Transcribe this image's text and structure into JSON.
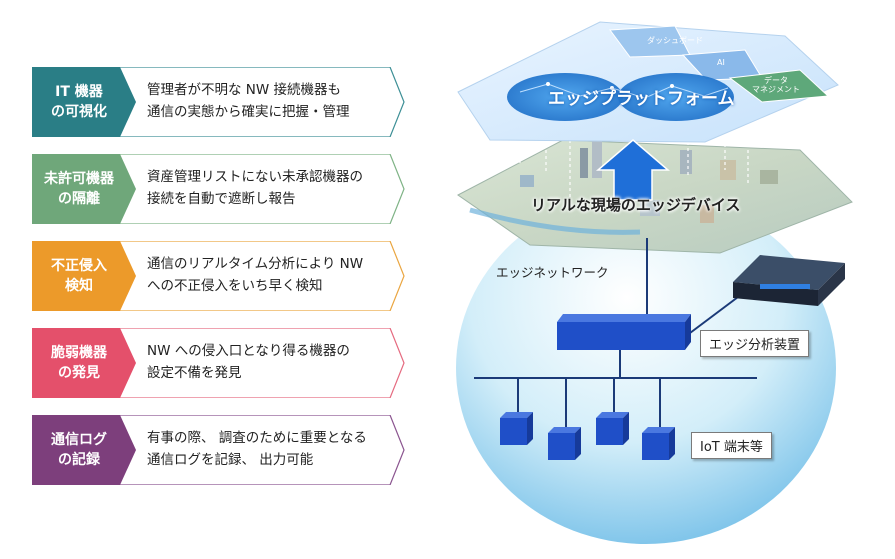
{
  "cards": [
    {
      "tag": "IT 機器\nの可視化",
      "desc": "管理者が不明な NW 接続機器も\n通信の実態から確実に把握・管理",
      "color": "#2a7e86",
      "border": "#3d8f96"
    },
    {
      "tag": "未許可機器\nの隔離",
      "desc": "資産管理リストにない未承認機器の\n接続を自動で遮断し報告",
      "color": "#6fa77a",
      "border": "#7fb386"
    },
    {
      "tag": "不正侵入\n検知",
      "desc": "通信のリアルタイム分析により NW\nへの不正侵入をいち早く検知",
      "color": "#ec9a2a",
      "border": "#eaa641"
    },
    {
      "tag": "脆弱機器\nの発見",
      "desc": "NW への侵入口となり得る機器の\n設定不備を発見",
      "color": "#e4506b",
      "border": "#e56b80"
    },
    {
      "tag": "通信ログ\nの記録",
      "desc": "有事の際、 調査のために重要となる\n通信ログを記録、 出力可能",
      "color": "#7d3f7c",
      "border": "#8b5590"
    }
  ],
  "diagram": {
    "platform_label": "エッジプラットフォーム",
    "tiles": [
      "ダッシュボード",
      "AI",
      "データ\nマネジメント"
    ],
    "field_label": "リアルな現場のエッジデバイス",
    "network_label": "エッジネットワーク",
    "analyzer_label": "エッジ分析装置",
    "iot_label": "IoT 端末等"
  },
  "colors": {
    "device_blue": "#1f4fc8",
    "bubble": "#bfe6f7",
    "platform": "#2b8fde"
  }
}
